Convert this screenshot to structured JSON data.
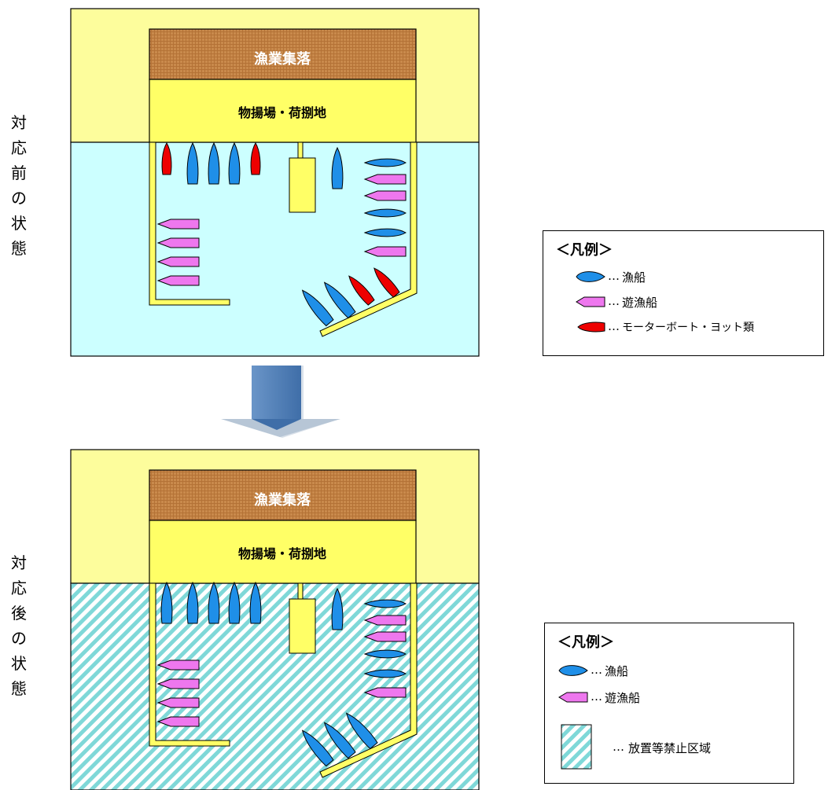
{
  "panel_before": {
    "side_label": "対応前の状態",
    "village_label": "漁業集落",
    "landing_label": "物揚場・荷捌地",
    "zone_hatched": false
  },
  "panel_after": {
    "side_label": "対応後の状態",
    "village_label": "漁業集落",
    "landing_label": "物揚場・荷捌地",
    "zone_hatched": true
  },
  "legend_before": {
    "title": "＜凡例＞",
    "items": [
      {
        "dots": "…",
        "label": "漁船",
        "type": "fishing"
      },
      {
        "dots": "…",
        "label": "遊漁船",
        "type": "pleasure"
      },
      {
        "dots": "…",
        "label": "モーターボート・ヨット類",
        "type": "motorboat"
      }
    ]
  },
  "legend_after": {
    "title": "＜凡例＞",
    "items": [
      {
        "dots": "…",
        "label": "漁船",
        "type": "fishing"
      },
      {
        "dots": "…",
        "label": "遊漁船",
        "type": "pleasure"
      },
      {
        "dots": "…",
        "label": "放置等禁止区域",
        "type": "zone"
      }
    ]
  },
  "colors": {
    "land": "#fdfd9c",
    "water": "#ccffff",
    "village": "#c98a4c",
    "landing": "#ffff66",
    "fishing_boat": "#1f8fe8",
    "pleasure_boat": "#ee77ee",
    "motor_boat": "#ee0000",
    "arrow": "#4f81bd",
    "hatch": "#7fd8d8"
  }
}
